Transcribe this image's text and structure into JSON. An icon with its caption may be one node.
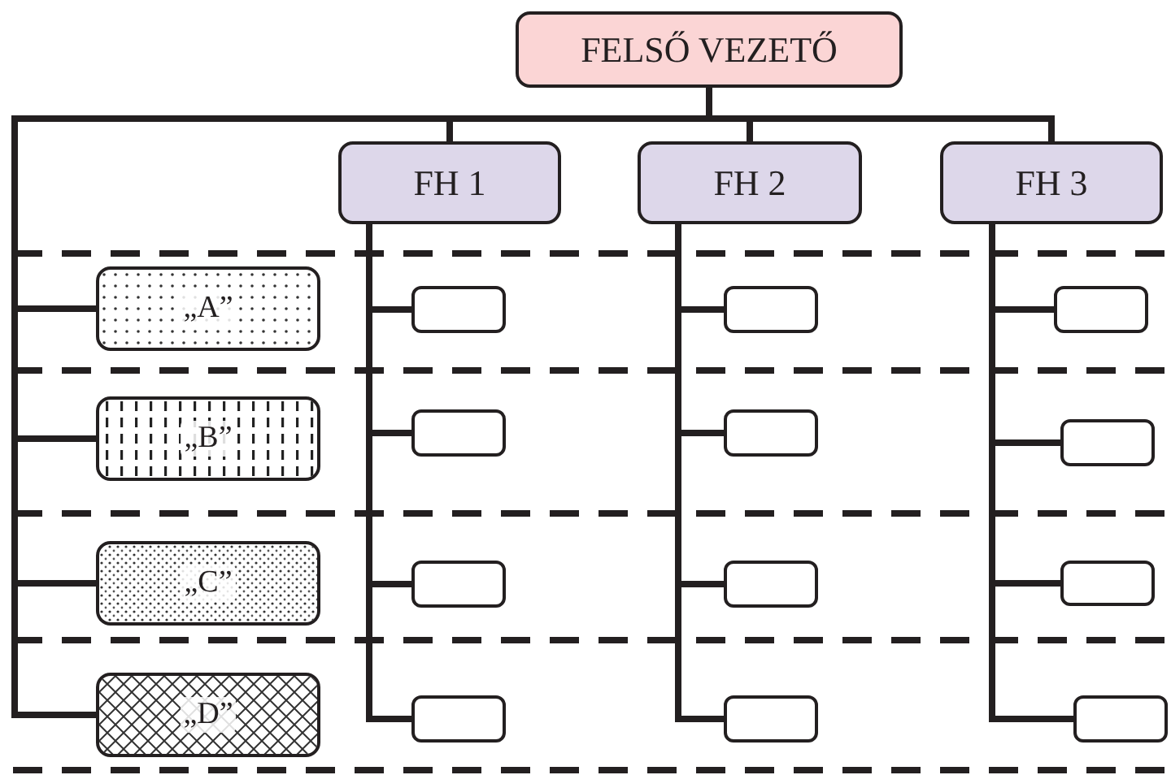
{
  "diagram": {
    "nodes": [
      {
        "text": [
          "FELSŐ VEZETŐ"
        ]
      },
      {
        "text": [
          "FH 1"
        ]
      },
      {
        "text": [
          "FH 2"
        ]
      },
      {
        "text": [
          "FH 3"
        ]
      },
      {
        "text": [
          "„A”"
        ]
      },
      {
        "text": [
          "„B”"
        ]
      },
      {
        "text": [
          "„C”"
        ]
      },
      {
        "text": [
          "„D”"
        ]
      },
      {
        "text": [],
        "shape": "box"
      },
      {
        "text": [],
        "shape": "box"
      },
      {
        "text": [],
        "shape": "box"
      },
      {
        "text": [],
        "shape": "box"
      },
      {
        "text": [],
        "shape": "box"
      },
      {
        "text": [],
        "shape": "box"
      },
      {
        "text": [],
        "shape": "box"
      },
      {
        "text": [],
        "shape": "box"
      },
      {
        "text": [],
        "shape": "box"
      },
      {
        "text": [],
        "shape": "box"
      },
      {
        "text": [],
        "shape": "box"
      },
      {
        "text": [],
        "shape": "box"
      }
    ],
    "edges": [
      {
        "from": 0,
        "to": 1,
        "arrow": "none"
      },
      {
        "from": 0,
        "to": 2,
        "arrow": "none"
      },
      {
        "from": 0,
        "to": 3,
        "arrow": "none"
      },
      {
        "from": 0,
        "to": 4,
        "arrow": "none"
      },
      {
        "from": 0,
        "to": 5,
        "arrow": "none"
      },
      {
        "from": 0,
        "to": 6,
        "arrow": "none"
      },
      {
        "from": 0,
        "to": 7,
        "arrow": "none"
      },
      {
        "from": 1,
        "to": 8,
        "arrow": "none"
      },
      {
        "from": 1,
        "to": 11,
        "arrow": "none"
      },
      {
        "from": 1,
        "to": 14,
        "arrow": "none"
      },
      {
        "from": 1,
        "to": 17,
        "arrow": "none"
      },
      {
        "from": 2,
        "to": 9,
        "arrow": "none"
      },
      {
        "from": 2,
        "to": 12,
        "arrow": "none"
      },
      {
        "from": 2,
        "to": 15,
        "arrow": "none"
      },
      {
        "from": 2,
        "to": 18,
        "arrow": "none"
      },
      {
        "from": 3,
        "to": 10,
        "arrow": "none"
      },
      {
        "from": 3,
        "to": 13,
        "arrow": "none"
      },
      {
        "from": 3,
        "to": 16,
        "arrow": "none"
      },
      {
        "from": 3,
        "to": 19,
        "arrow": "none"
      }
    ]
  }
}
